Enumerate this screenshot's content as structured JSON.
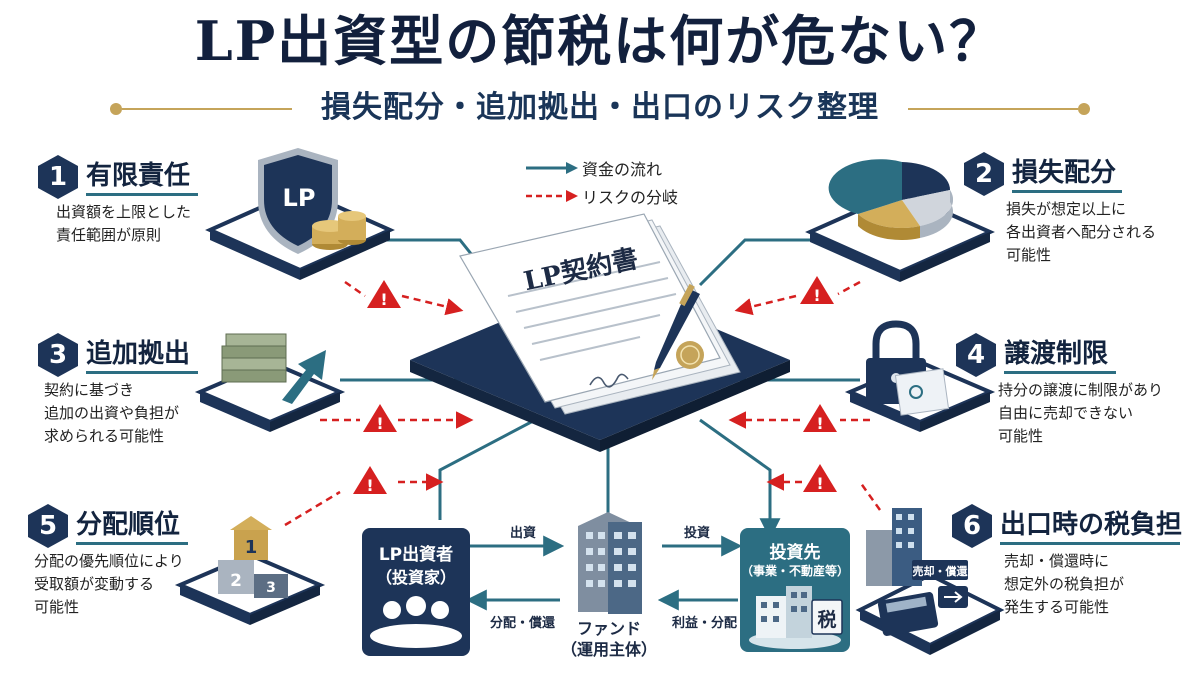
{
  "header": {
    "title": "LP出資型の節税は何が危ない？",
    "subtitle": "損失配分・追加拠出・出口のリスク整理"
  },
  "legend": {
    "flow_label": "資金の流れ",
    "risk_label": "リスクの分岐"
  },
  "center": {
    "contract_title": "LP契約書",
    "shield_text": "LP"
  },
  "risks": [
    {
      "number": "1",
      "title": "有限責任",
      "lines": [
        "出資額を上限とした",
        "責任範囲が原則"
      ]
    },
    {
      "number": "2",
      "title": "損失配分",
      "lines": [
        "損失が想定以上に",
        "各出資者へ配分される",
        "可能性"
      ]
    },
    {
      "number": "3",
      "title": "追加拠出",
      "lines": [
        "契約に基づき",
        "追加の出資や負担が",
        "求められる可能性"
      ]
    },
    {
      "number": "4",
      "title": "譲渡制限",
      "lines": [
        "持分の譲渡に制限があり",
        "自由に売却できない",
        "可能性"
      ]
    },
    {
      "number": "5",
      "title": "分配順位",
      "lines": [
        "分配の優先順位により",
        "受取額が変動する",
        "可能性"
      ]
    },
    {
      "number": "6",
      "title": "出口時の税負担",
      "lines": [
        "売却・償還時に",
        "想定外の税負担が",
        "発生する可能性"
      ]
    }
  ],
  "flow": {
    "investor_line1": "LP出資者",
    "investor_line2": "（投資家）",
    "fund_line1": "ファンド",
    "fund_line2": "（運用主体）",
    "target_line1": "投資先",
    "target_line2": "（事業・不動産等）",
    "arrow_invest": "出資",
    "arrow_distribute": "分配・償還",
    "arrow_investment": "投資",
    "arrow_profit": "利益・分配",
    "sale_card": "売却・償還",
    "tax_sign": "税"
  },
  "ranking": [
    "1",
    "2",
    "3"
  ],
  "colors": {
    "navy": "#1d3458",
    "teal": "#2c6e82",
    "gold": "#c5a45a",
    "risk_red": "#d62020"
  }
}
